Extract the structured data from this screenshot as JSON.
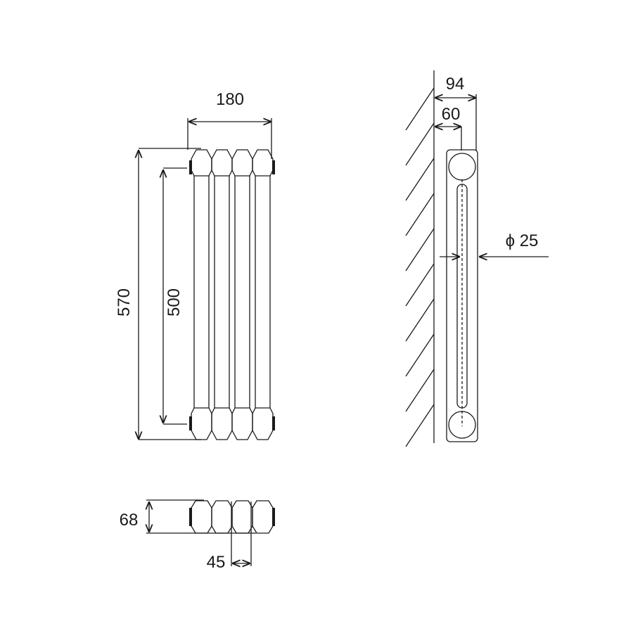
{
  "front_view": {
    "width_label": "180",
    "height_label": "570",
    "center_distance_label": "500",
    "column_count": 4
  },
  "side_view": {
    "depth_label": "94",
    "wall_to_center_label": "60",
    "pipe_diameter_label": "ϕ 25"
  },
  "top_view": {
    "depth_label": "68",
    "column_pitch_label": "45"
  },
  "colors": {
    "line": "#1a1a1a",
    "background": "#ffffff"
  }
}
